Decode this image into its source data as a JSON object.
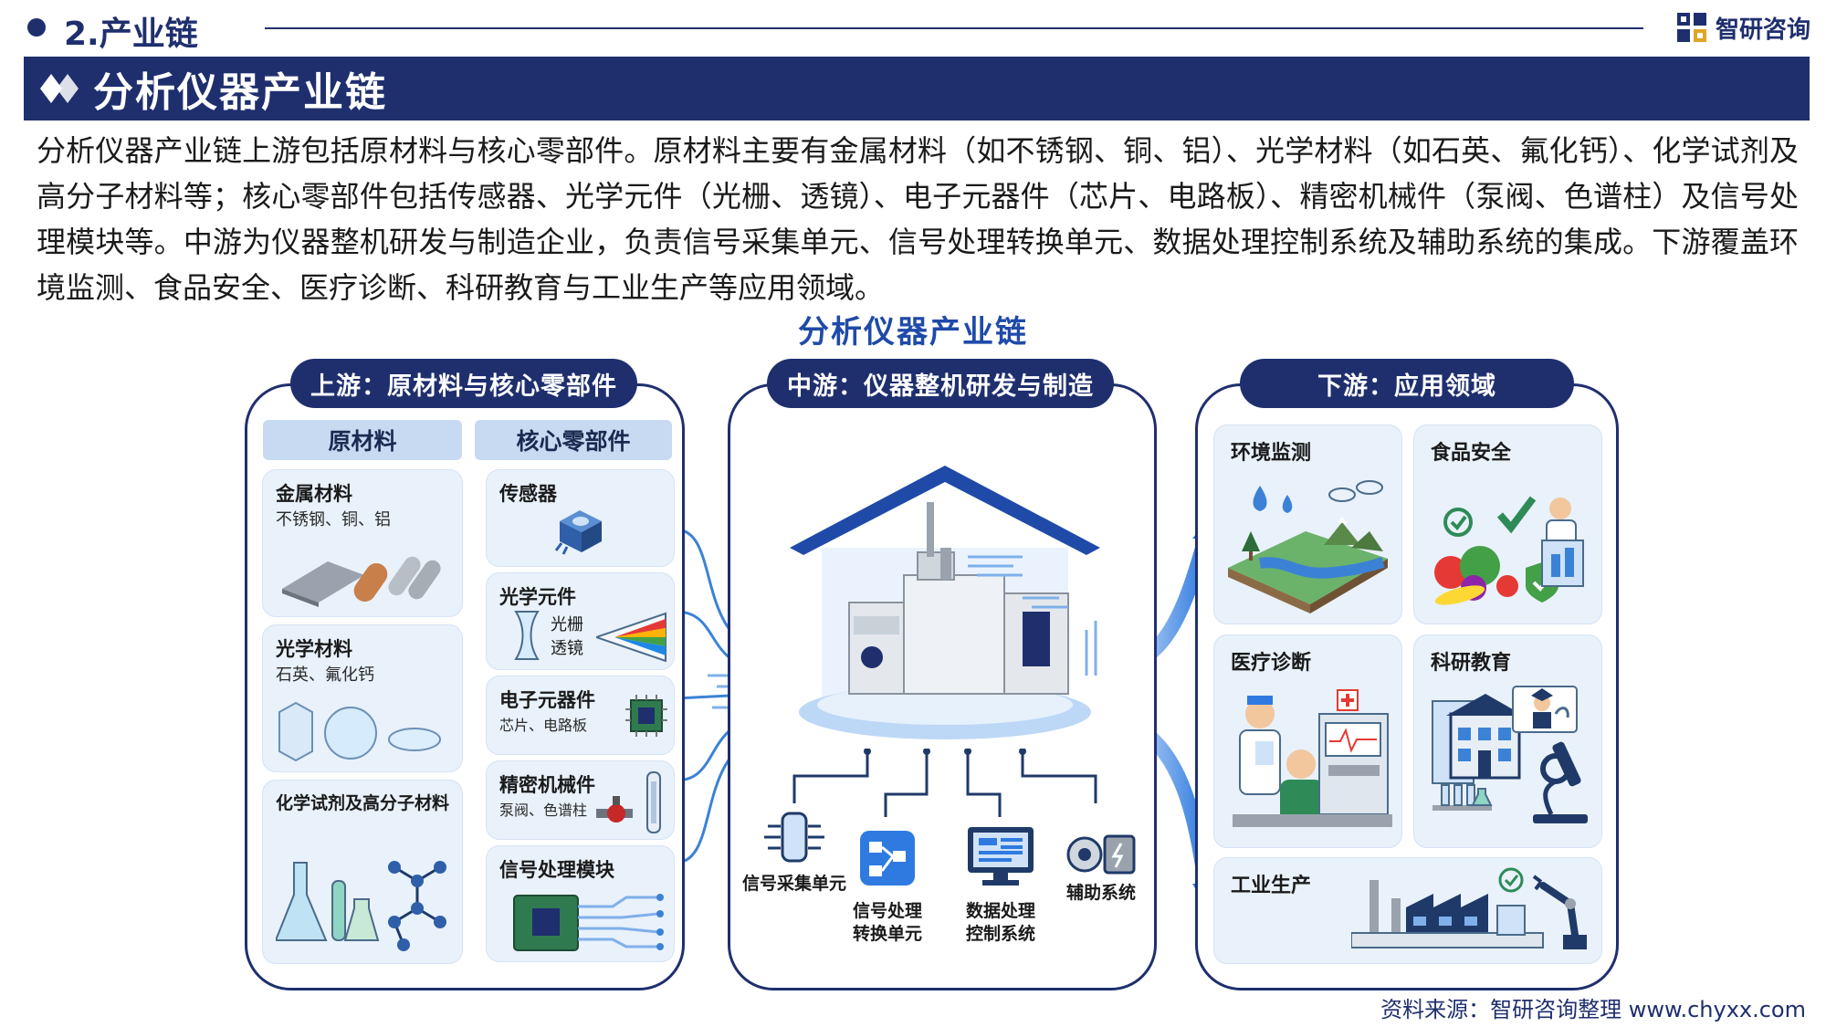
{
  "header": {
    "section": "2.产业链",
    "logo_text": "智研咨询"
  },
  "banner": {
    "title": "分析仪器产业链"
  },
  "intro": "分析仪器产业链上游包括原材料与核心零部件。原材料主要有金属材料（如不锈钢、铜、铝）、光学材料（如石英、氟化钙）、化学试剂及高分子材料等；核心零部件包括传感器、光学元件（光栅、透镜）、电子元器件（芯片、电路板）、精密机械件（泵阀、色谱柱）及信号处理模块等。中游为仪器整机研发与制造企业，负责信号采集单元、信号处理转换单元、数据处理控制系统及辅助系统的集成。下游覆盖环境监测、食品安全、医疗诊断、科研教育与工业生产等应用领域。",
  "diagram_title": "分析仪器产业链",
  "upstream": {
    "title": "上游：原材料与核心零部件",
    "raw_head": "原材料",
    "core_head": "核心零部件",
    "raw": [
      {
        "title": "金属材料",
        "sub": "不锈钢、铜、铝"
      },
      {
        "title": "光学材料",
        "sub": "石英、氟化钙"
      },
      {
        "title": "化学试剂及高分子材料",
        "sub": ""
      }
    ],
    "core": [
      {
        "title": "传感器",
        "sub": ""
      },
      {
        "title": "光学元件",
        "sub": "",
        "extra1": "光栅",
        "extra2": "透镜"
      },
      {
        "title": "电子元器件",
        "sub": "芯片、电路板"
      },
      {
        "title": "精密机械件",
        "sub": "泵阀、色谱柱"
      },
      {
        "title": "信号处理模块",
        "sub": ""
      }
    ]
  },
  "midstream": {
    "title": "中游：仪器整机研发与制造",
    "units": [
      {
        "line1": "信号采集单元",
        "line2": ""
      },
      {
        "line1": "信号处理",
        "line2": "转换单元"
      },
      {
        "line1": "数据处理",
        "line2": "控制系统"
      },
      {
        "line1": "辅助系统",
        "line2": ""
      }
    ]
  },
  "downstream": {
    "title": "下游：应用领域",
    "fields": [
      "环境监测",
      "食品安全",
      "医疗诊断",
      "科研教育",
      "工业生产"
    ]
  },
  "source": "资料来源：智研咨询整理  www.chyxx.com",
  "colors": {
    "navy": "#1f2f6e",
    "accent_blue": "#1f4aa8",
    "card_bg": "#e9f1fb",
    "col_head_bg": "#c7daf2",
    "arrow_blue": "#3b82d6"
  }
}
